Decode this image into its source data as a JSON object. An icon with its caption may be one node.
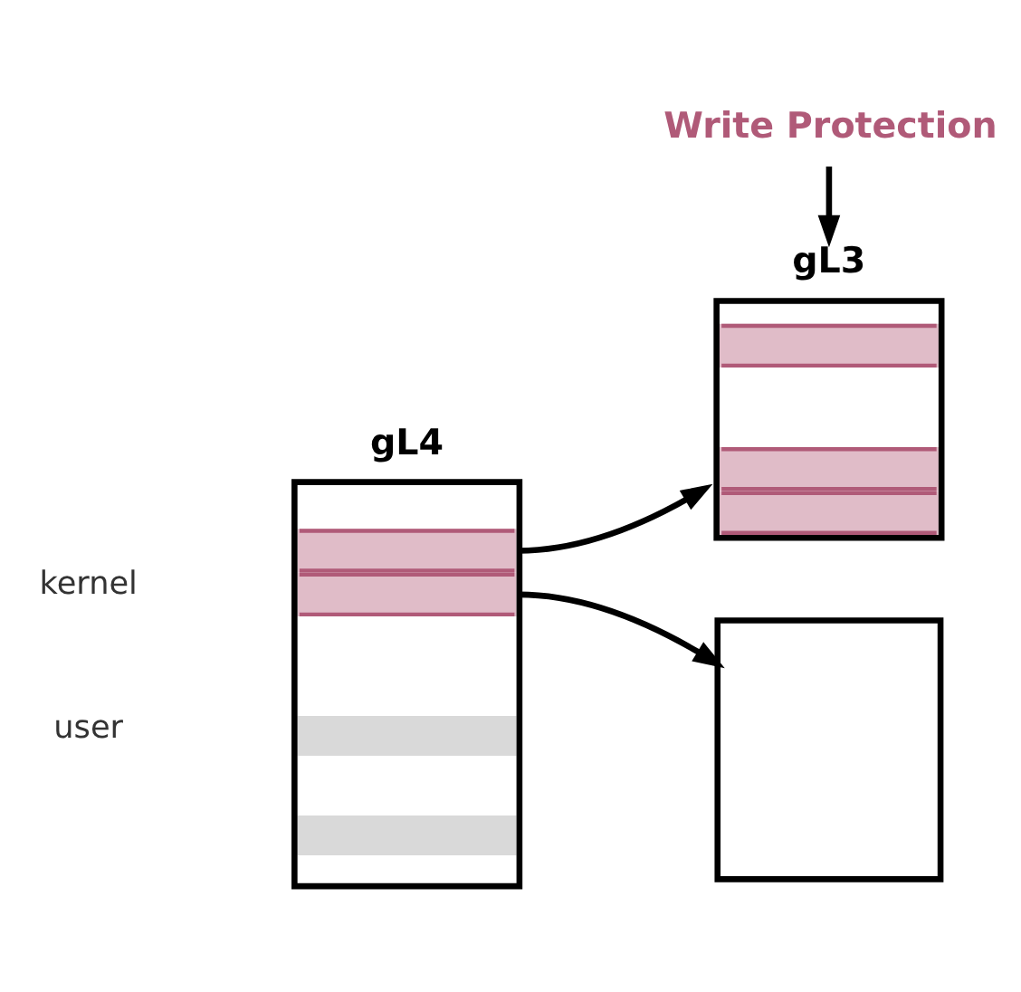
{
  "diagram": {
    "nodes": [
      {
        "text": [
          "gL4"
        ]
      },
      {
        "text": [
          "gL3"
        ]
      },
      {
        "text": [],
        "shape": "box"
      },
      {
        "text": [
          "Write Protection"
        ]
      }
    ],
    "edges": [
      {
        "from": 0,
        "to": 1,
        "arrow": "to"
      },
      {
        "from": 0,
        "to": 2,
        "arrow": "to"
      },
      {
        "from": 3,
        "to": 1,
        "arrow": "to"
      }
    ],
    "labels": [
      "kernel",
      "user"
    ]
  }
}
